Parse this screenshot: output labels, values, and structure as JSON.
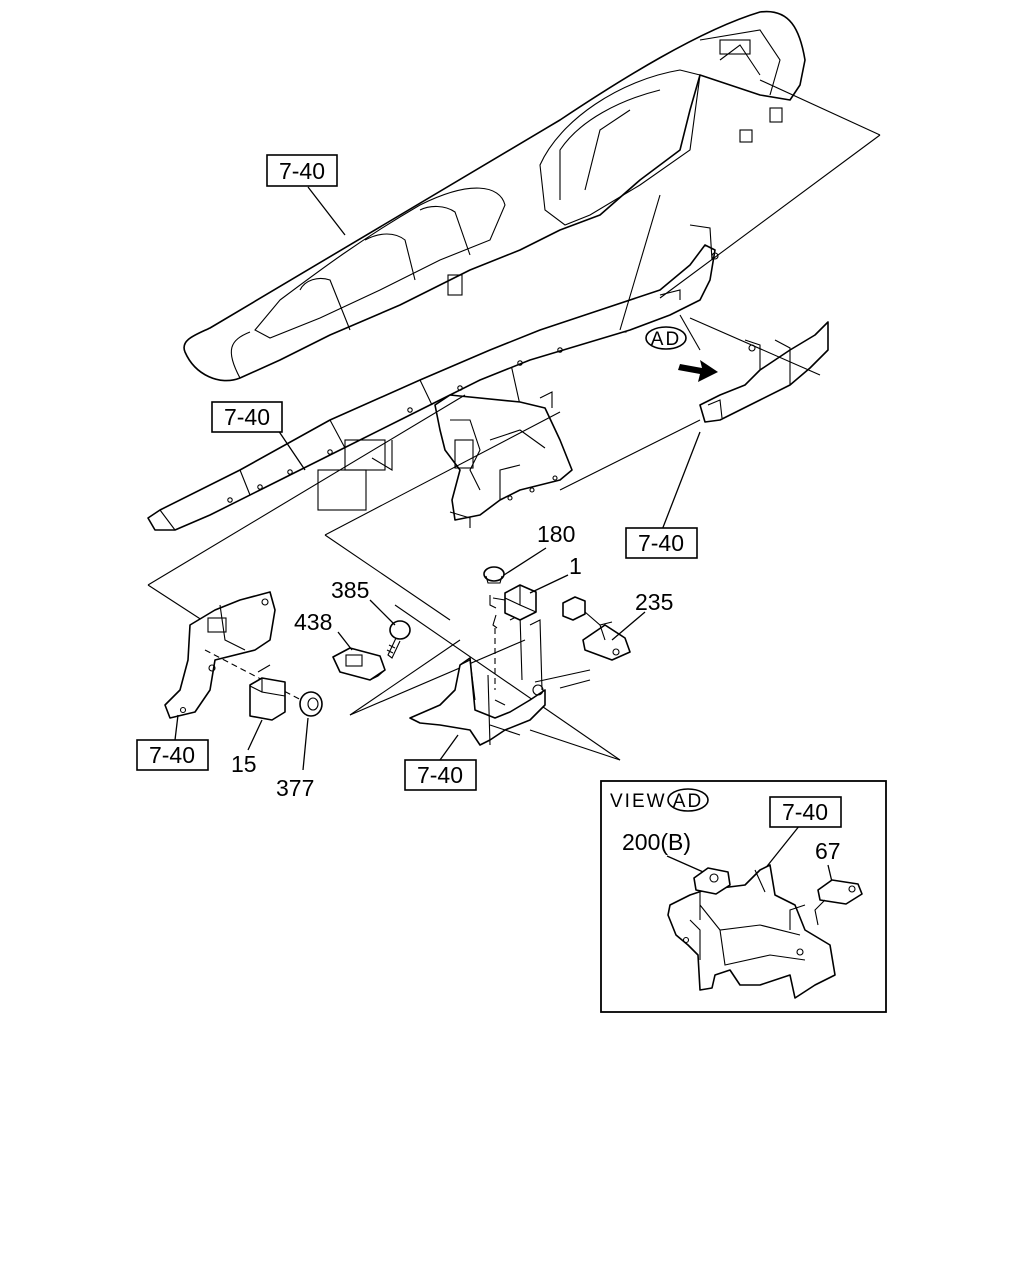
{
  "refs": {
    "r1": "7-40",
    "r2": "7-40",
    "r3": "7-40",
    "r4": "7-40",
    "r5": "7-40",
    "r6": "7-40"
  },
  "callouts": {
    "p180": "180",
    "p1": "1",
    "p235": "235",
    "p385": "385",
    "p438": "438",
    "p15": "15",
    "p377": "377",
    "p200": "200(B)",
    "p67": "67"
  },
  "view_marker": "AD",
  "view_panel": {
    "title": "VIEW",
    "marker": "AD"
  }
}
